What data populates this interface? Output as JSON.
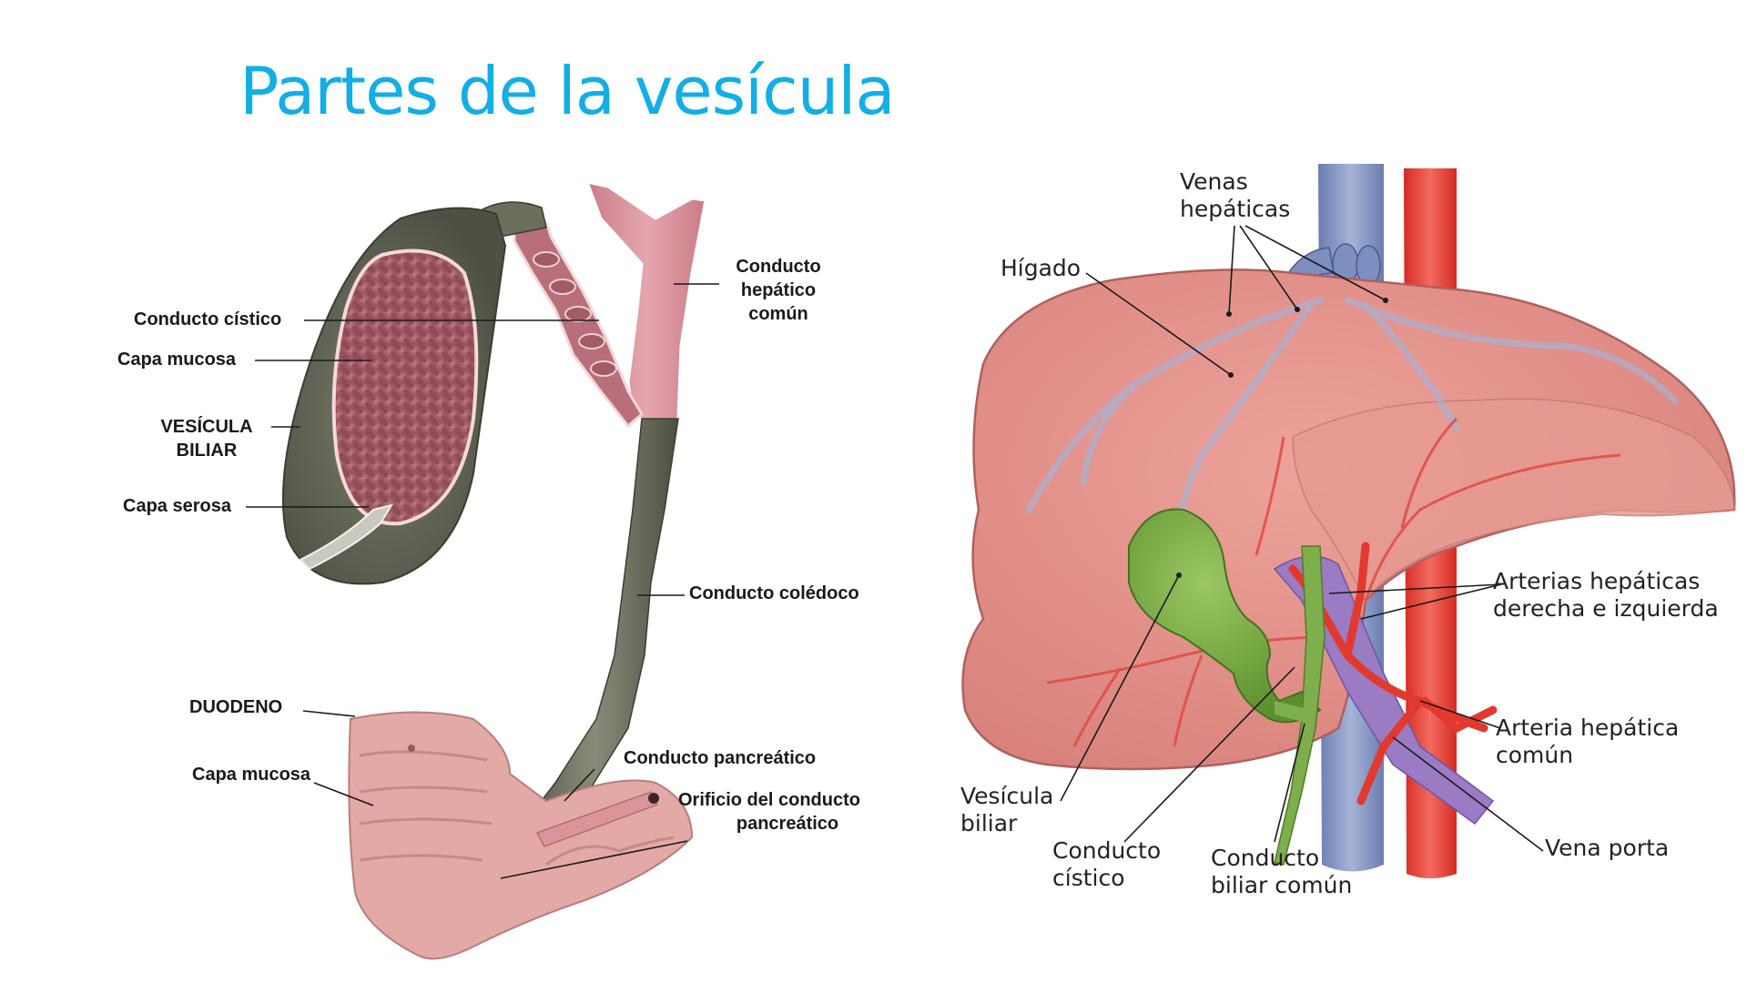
{
  "slide": {
    "title": "Partes de la vesícula",
    "title_color": "#12aee6",
    "background": "#ffffff"
  },
  "left_figure": {
    "description": "Corte de vesícula biliar, conductos y duodeno",
    "labels": {
      "conducto_cistico": "Conducto cístico",
      "capa_mucosa_vesicula": "Capa mucosa",
      "vesicula_biliar_1": "VESÍCULA",
      "vesicula_biliar_2": "BILIAR",
      "capa_serosa": "Capa serosa",
      "conducto_hepatico_1": "Conducto",
      "conducto_hepatico_2": "hepático",
      "conducto_hepatico_3": "común",
      "conducto_coledoco": "Conducto colédoco",
      "duodeno": "DUODENO",
      "capa_mucosa_duodeno": "Capa mucosa",
      "conducto_pancreatico": "Conducto pancreático",
      "orificio_1": "Orificio del conducto",
      "orificio_2": "pancreático"
    },
    "colors": {
      "gallbladder_wall": "#5e6152",
      "mucosa": "#a5606a",
      "duct_pink": "#d9929a",
      "duodenum": "#e3a9a6"
    }
  },
  "right_figure": {
    "description": "Hígado con vesícula biliar y vasos",
    "labels": {
      "venas_hepaticas_1": "Venas",
      "venas_hepaticas_2": "hepáticas",
      "higado": "Hígado",
      "arterias_1": "Arterias hepáticas",
      "arterias_2": "derecha e izquierda",
      "arteria_comun_1": "Arteria hepática",
      "arteria_comun_2": "común",
      "vena_porta": "Vena porta",
      "vesicula_1": "Vesícula",
      "vesicula_2": "biliar",
      "cistico_1": "Conducto",
      "cistico_2": "cístico",
      "biliar_comun_1": "Conducto",
      "biliar_comun_2": "biliar común"
    },
    "colors": {
      "liver": "#e3908a",
      "liver_outline": "#b0605c",
      "vein_blue": "#7d8fc0",
      "artery_red": "#e2392f",
      "portal_purple": "#9a7bc4",
      "gallbladder_green": "#6fa53e"
    }
  }
}
